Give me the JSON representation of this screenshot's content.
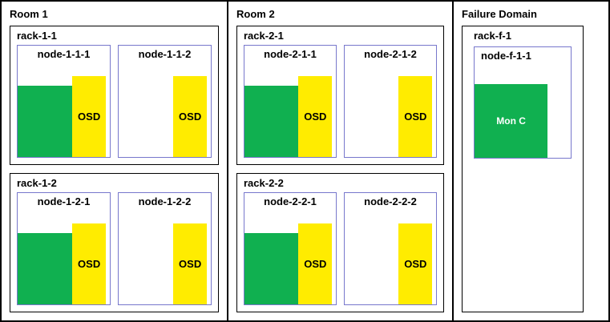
{
  "diagram": {
    "sections": [
      {
        "label": "Room 1",
        "racks": [
          {
            "label": "rack-1-1",
            "nodes": [
              {
                "label": "node-1-1-1",
                "osd_label": "OSD"
              },
              {
                "label": "node-1-1-2",
                "osd_label": "OSD"
              }
            ]
          },
          {
            "label": "rack-1-2",
            "nodes": [
              {
                "label": "node-1-2-1",
                "osd_label": "OSD"
              },
              {
                "label": "node-1-2-2",
                "osd_label": "OSD"
              }
            ]
          }
        ]
      },
      {
        "label": "Room 2",
        "racks": [
          {
            "label": "rack-2-1",
            "nodes": [
              {
                "label": "node-2-1-1",
                "osd_label": "OSD"
              },
              {
                "label": "node-2-1-2",
                "osd_label": "OSD"
              }
            ]
          },
          {
            "label": "rack-2-2",
            "nodes": [
              {
                "label": "node-2-2-1",
                "osd_label": "OSD"
              },
              {
                "label": "node-2-2-2",
                "osd_label": "OSD"
              }
            ]
          }
        ]
      },
      {
        "label": "Failure Domain",
        "racks": [
          {
            "label": "rack-f-1",
            "nodes": [
              {
                "label": "node-f-1-1",
                "mon_label": "Mon C"
              }
            ]
          }
        ]
      }
    ],
    "colors": {
      "green": "#10b050",
      "yellow": "#ffec00",
      "node_border": "#7777cc",
      "outline": "#000000"
    }
  }
}
